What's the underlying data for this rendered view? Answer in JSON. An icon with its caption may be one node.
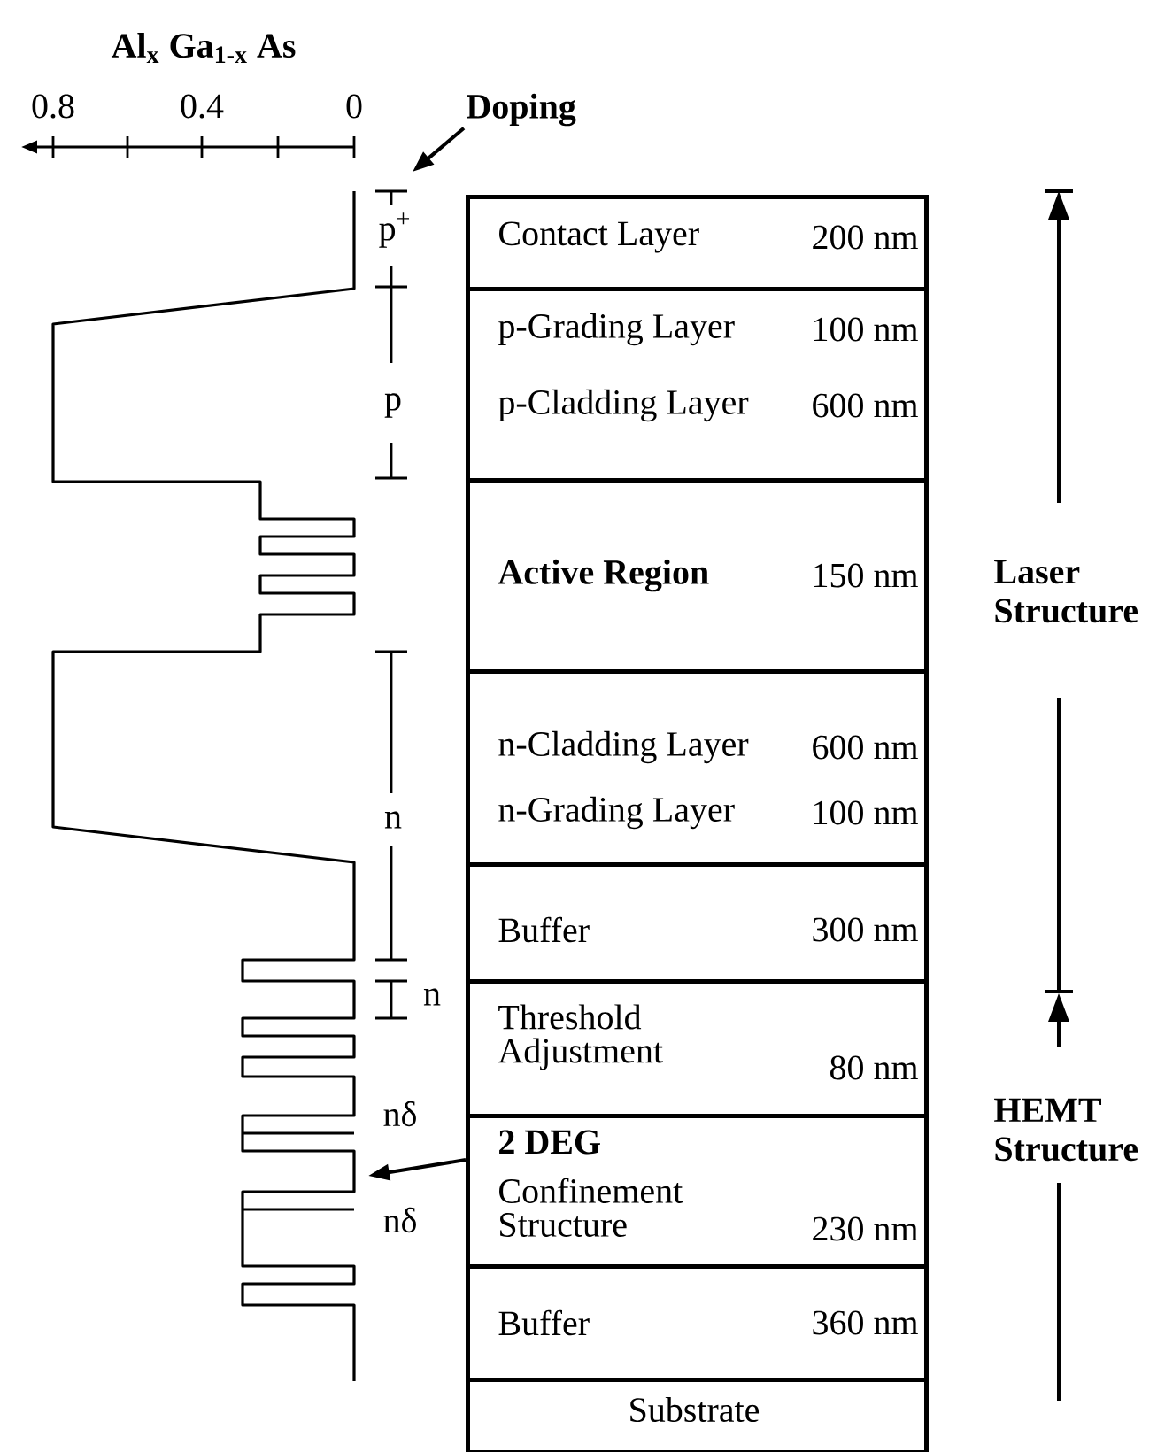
{
  "diagram": {
    "nodes": [
      {
        "text": [
          "Contact Layer",
          "200 nm"
        ]
      },
      {
        "text": [
          "p-Grading Layer",
          "100 nm",
          "p-Cladding Layer",
          "600 nm"
        ]
      },
      {
        "text": [
          "Active Region",
          "150 nm"
        ]
      },
      {
        "text": [
          "n-Cladding Layer",
          "600 nm",
          "n-Grading Layer",
          "100 nm"
        ]
      },
      {
        "text": [
          "Buffer",
          "300 nm"
        ]
      },
      {
        "text": [
          "Threshold Adjustment",
          "80 nm"
        ]
      },
      {
        "text": [
          "2 DEG",
          "Confinement Structure",
          "230 nm"
        ]
      },
      {
        "text": [
          "Buffer",
          "360 nm"
        ]
      },
      {
        "text": [
          "Substrate"
        ]
      },
      {
        "text": [
          "Doping"
        ]
      }
    ],
    "edges": [
      {
        "from": 9,
        "to": null,
        "arrow": "to"
      },
      {
        "from": 6,
        "to": null,
        "arrow": "to"
      }
    ],
    "labels": [
      "Al$_{x}$ Ga$_{1-x}$ As",
      "0.8",
      "0.4",
      "0",
      "p$^{+}$",
      "p",
      "Laser Structure",
      "n",
      "n",
      "nδ",
      "nδ",
      "HEMT Structure"
    ]
  }
}
